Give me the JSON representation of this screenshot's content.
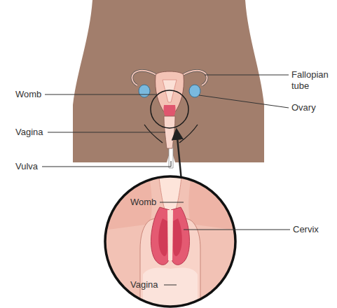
{
  "diagram": {
    "labels": [
      "Fallopian tube",
      "Womb",
      "Ovary",
      "Vagina",
      "Vulva",
      "Womb",
      "Cervix",
      "Vagina"
    ]
  }
}
